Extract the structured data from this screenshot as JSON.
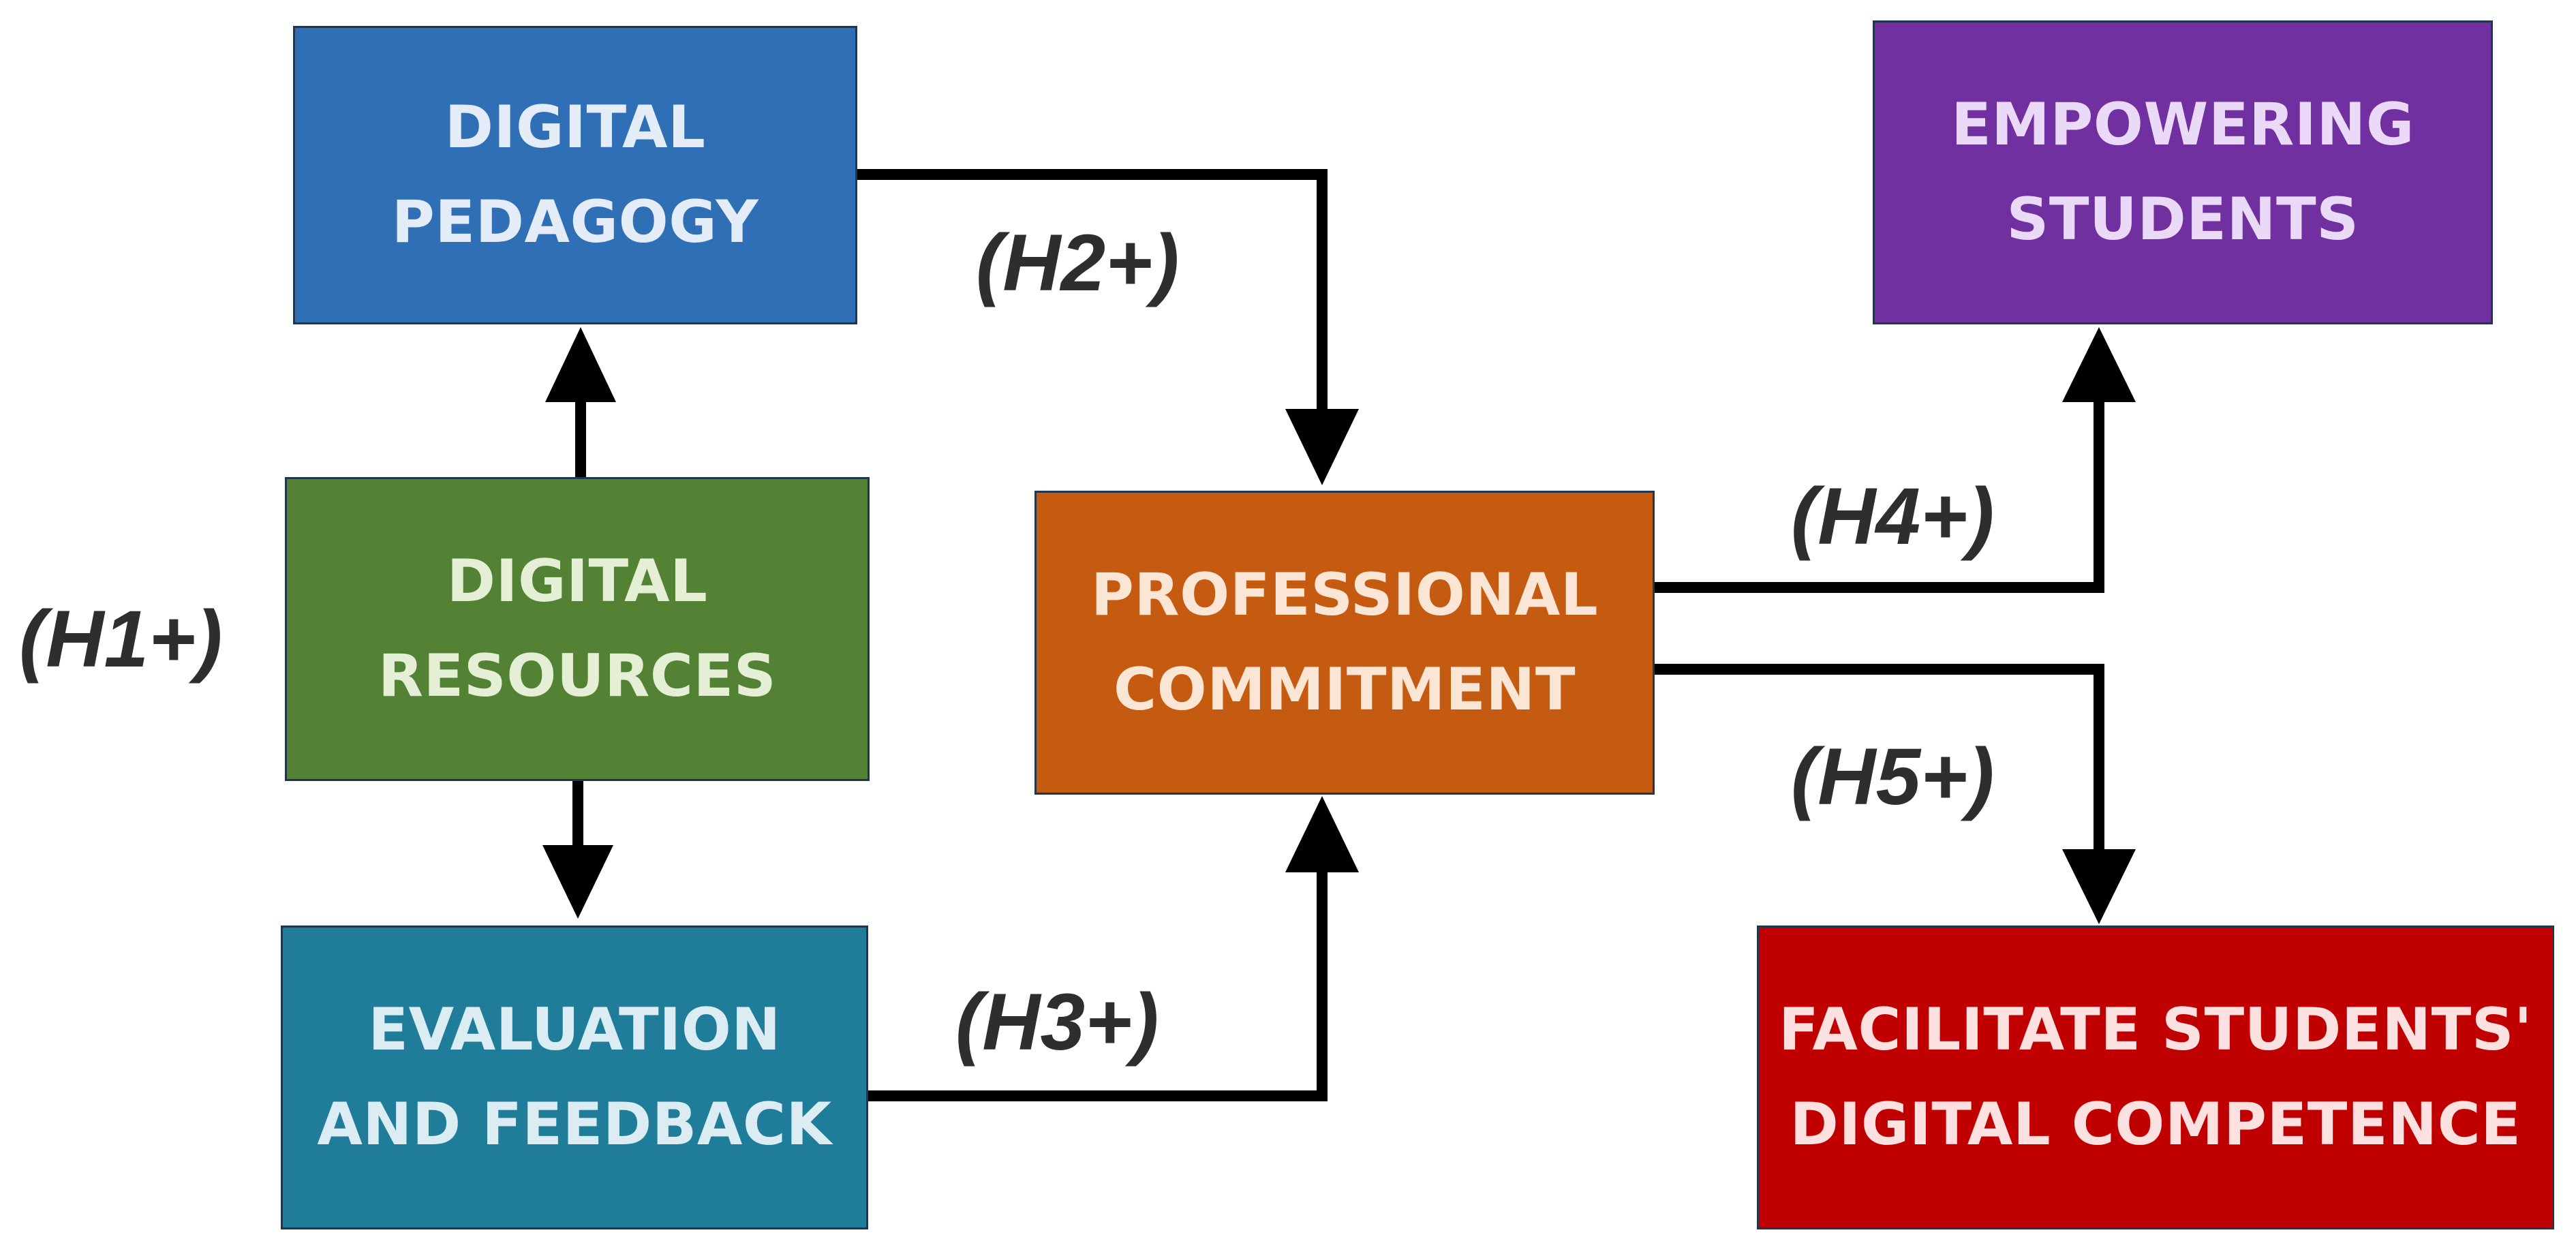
{
  "nodes": {
    "digital_pedagogy": {
      "label": "DIGITAL\nPEDAGOGY",
      "fill": "#2f6fb6",
      "text_color": "#e3ecf7"
    },
    "digital_resources": {
      "label": "DIGITAL\nRESOURCES",
      "fill": "#548235",
      "text_color": "#e4efd6"
    },
    "evaluation_and_feedback": {
      "label": "EVALUATION\nAND FEEDBACK",
      "fill": "#1f7d9a",
      "text_color": "#dcecf3"
    },
    "professional_commitment": {
      "label": "PROFESSIONAL\nCOMMITMENT",
      "fill": "#c55a11",
      "text_color": "#fbe6d5"
    },
    "empowering_students": {
      "label": "EMPOWERING\nSTUDENTS",
      "fill": "#7030a0",
      "text_color": "#ead9f7"
    },
    "facilitate_students_digital_competence": {
      "label": "FACILITATE STUDENTS'\nDIGITAL COMPETENCE",
      "fill": "#c00000",
      "text_color": "#fde0e0"
    }
  },
  "hypotheses": {
    "h1": "(H1+)",
    "h2": "(H2+)",
    "h3": "(H3+)",
    "h4": "(H4+)",
    "h5": "(H5+)"
  },
  "edges": [
    {
      "from": "digital_resources",
      "to": "digital_pedagogy",
      "hypothesis": "h1"
    },
    {
      "from": "digital_resources",
      "to": "evaluation_and_feedback",
      "hypothesis": "h1"
    },
    {
      "from": "digital_pedagogy",
      "to": "professional_commitment",
      "hypothesis": "h2"
    },
    {
      "from": "evaluation_and_feedback",
      "to": "professional_commitment",
      "hypothesis": "h3"
    },
    {
      "from": "professional_commitment",
      "to": "empowering_students",
      "hypothesis": "h4"
    },
    {
      "from": "professional_commitment",
      "to": "facilitate_students_digital_competence",
      "hypothesis": "h5"
    }
  ],
  "colors": {
    "arrow": "#000000",
    "box_border": "#1f3550",
    "hypothesis_text": "#2e2e2e",
    "background": "#ffffff"
  }
}
